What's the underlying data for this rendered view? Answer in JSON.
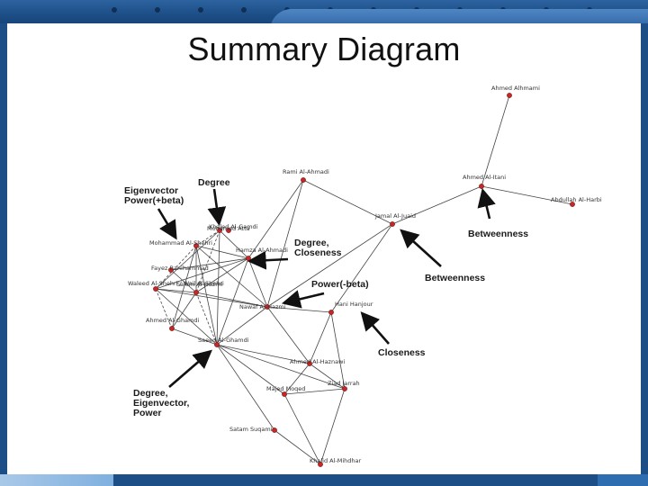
{
  "slide": {
    "title": "Summary Diagram"
  },
  "nodes": [
    {
      "id": "n1",
      "label": "Ahmed Alhmami"
    },
    {
      "id": "n2",
      "label": "Ahmed Al-Itani"
    },
    {
      "id": "n3",
      "label": "Rami Al-Ahmadi"
    },
    {
      "id": "n4",
      "label": "Abdullah Al-Harbi"
    },
    {
      "id": "n5",
      "label": "Jamal Al-Juaid"
    },
    {
      "id": "n6",
      "label": "Khaled Al-Gamdi"
    },
    {
      "id": "n7",
      "label": "Mohammad Al-Shehri"
    },
    {
      "id": "n8",
      "label": "Hamza Al-Ahmadi"
    },
    {
      "id": "n9",
      "label": "Waleed Al-Shehri / Wail Al-Shehri"
    },
    {
      "id": "n10",
      "label": "Salem Al-Hazmi"
    },
    {
      "id": "n11",
      "label": "Nawaf Al-Hazmi"
    },
    {
      "id": "n12",
      "label": "Hani Hanjour"
    },
    {
      "id": "n13",
      "label": "Ahmed Al-Ghamdi"
    },
    {
      "id": "n14",
      "label": "Saeed Al-Ghamdi"
    },
    {
      "id": "n15",
      "label": "Ahmed Al-Haznawi"
    },
    {
      "id": "n16",
      "label": "Ziad Jarrah"
    },
    {
      "id": "n17",
      "label": "Majed Moqed"
    },
    {
      "id": "n18",
      "label": "Satam Suqami"
    },
    {
      "id": "n19",
      "label": "Khalid Al-Mihdhar"
    },
    {
      "id": "n20",
      "label": "Mohamed Atta"
    },
    {
      "id": "n21",
      "label": "Fayez Banihammad"
    }
  ],
  "annotations": {
    "eigenvector": "Eigenvector\nPower(+beta)",
    "degree": "Degree",
    "betweenness_top": "Betweenness",
    "degree_closeness": "Degree,\nCloseness",
    "betweenness_mid": "Betweenness",
    "power_neg": "Power(-beta)",
    "closeness": "Closeness",
    "degree_eig_power": "Degree,\nEigenvector,\nPower"
  },
  "colors": {
    "frame_blue": "#1d4f86",
    "node_red": "#c62828",
    "edge_gray": "#444444"
  }
}
